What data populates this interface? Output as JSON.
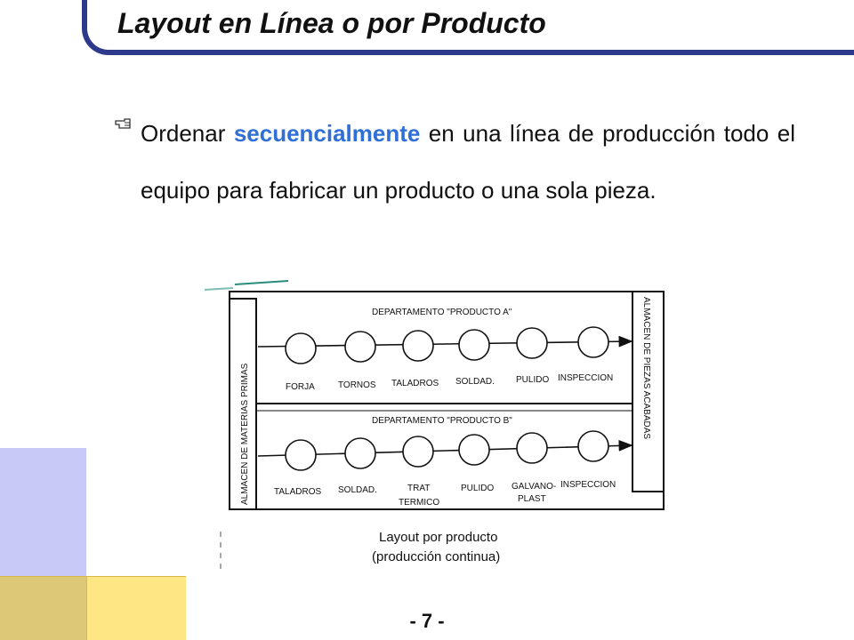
{
  "slide": {
    "title": "Layout en Línea o por Producto",
    "bullet": {
      "before": "Ordenar ",
      "highlight": "secuencialmente",
      "after": " en una línea de producción todo el equipo para fabricar un producto o una sola pieza."
    },
    "page_number": "- 7 -"
  },
  "diagram": {
    "left_label": "ALMACEN DE MATERIAS PRIMAS",
    "right_label": "ALMACEN DE PIEZAS ACABADAS",
    "row_a": {
      "title": "DEPARTAMENTO \"PRODUCTO A\"",
      "stations": [
        "FORJA",
        "TORNOS",
        "TALADROS",
        "SOLDAD.",
        "PULIDO",
        "INSPECCION"
      ]
    },
    "row_b": {
      "title": "DEPARTAMENTO \"PRODUCTO B\"",
      "stations": [
        "TALADROS",
        "SOLDAD.",
        "TRAT",
        "TERMICO",
        "PULIDO",
        "GALVANO-",
        "PLAST",
        "INSPECCION"
      ]
    },
    "caption_line1": "Layout por producto",
    "caption_line2": "(producción continua)"
  },
  "colors": {
    "title_frame": "#2d3a8c",
    "highlight": "#2f6fd6",
    "deco_blue": "#c9c9f7",
    "deco_gold": "#dcc877",
    "deco_yellow": "#fde683"
  }
}
